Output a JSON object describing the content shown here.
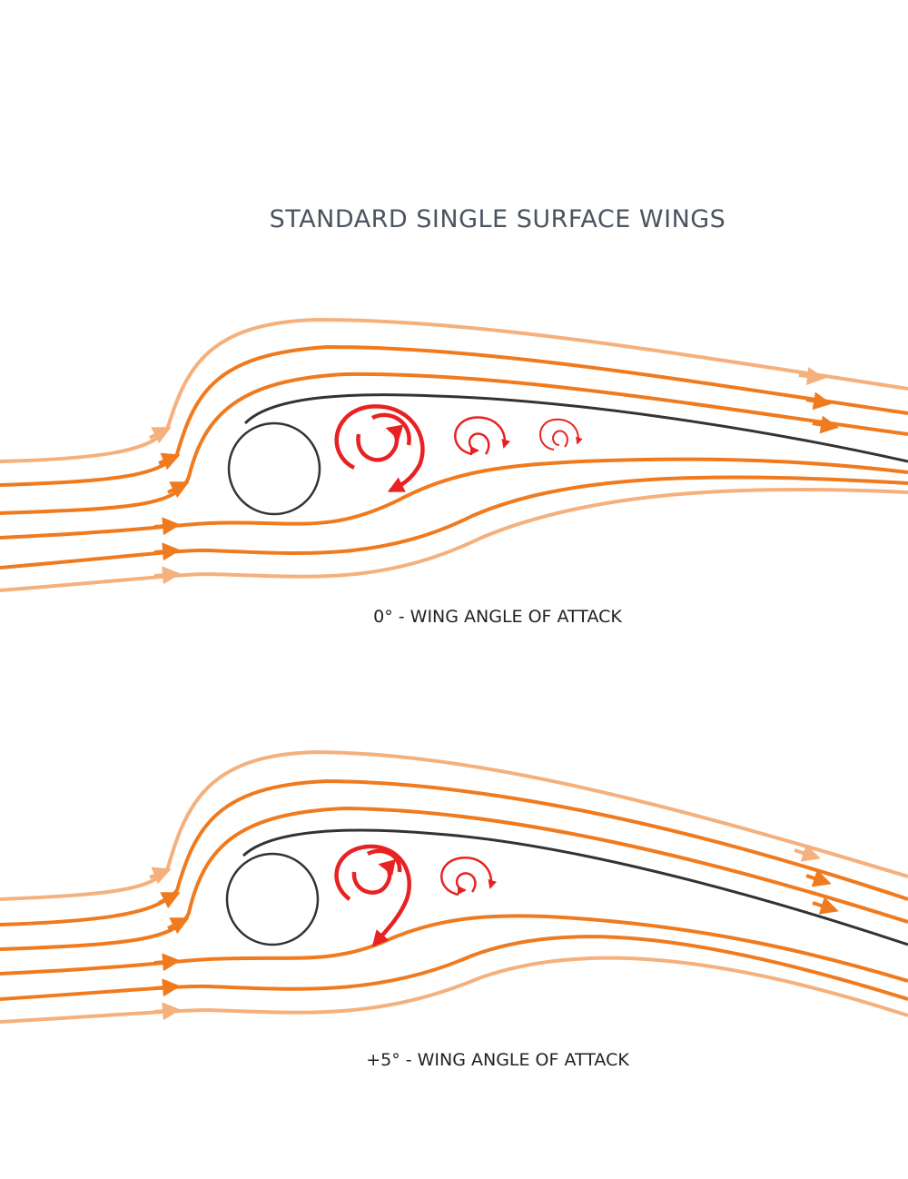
{
  "title": "STANDARD SINGLE SURFACE WINGS",
  "diagrams": [
    {
      "caption": "0° - WING ANGLE OF ATTACK",
      "vortices": 3
    },
    {
      "caption": "+5° - WING ANGLE OF ATTACK",
      "vortices": 2
    }
  ],
  "colors": {
    "streamline_dark": "#f07a1e",
    "streamline_light": "#f5b07c",
    "vortex": "#e82222",
    "wing": "#333333",
    "title": "#4a5560"
  },
  "icons": {
    "wing_leading_edge": "circle",
    "vortex": "spiral-arrow",
    "flow_direction": "arrowhead"
  }
}
